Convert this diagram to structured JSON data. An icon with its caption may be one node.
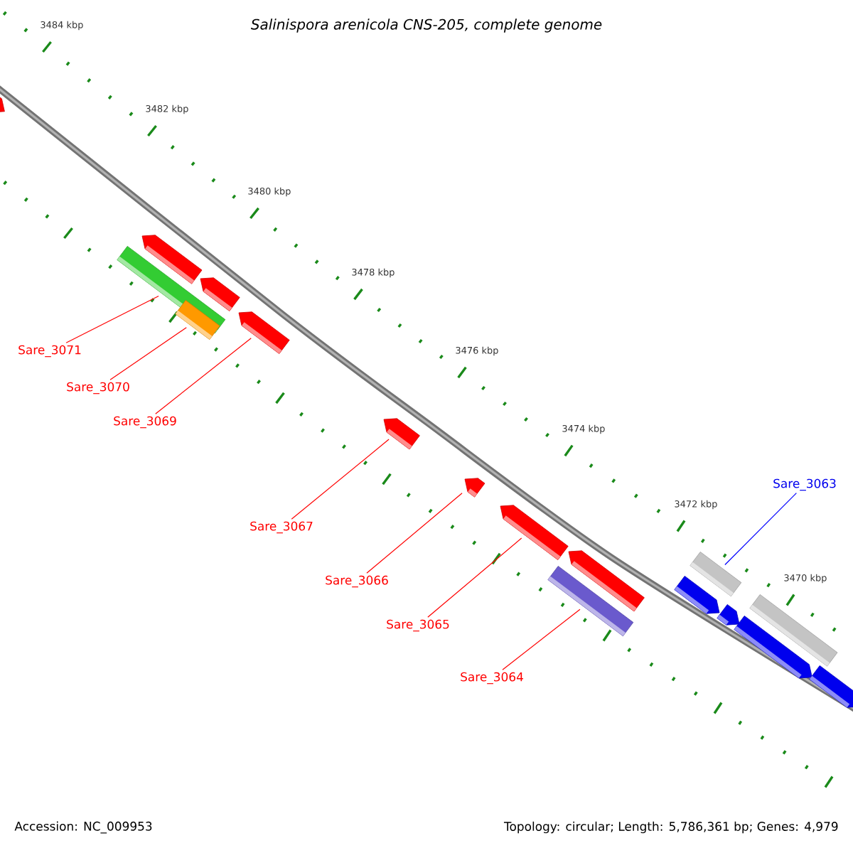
{
  "diagram": {
    "title": "Salinispora arenicola CNS-205, complete genome",
    "nodes": [
      {
        "text": [
          "Sare_3071"
        ]
      },
      {
        "text": [
          "Sare_3070"
        ]
      },
      {
        "text": [
          "Sare_3069"
        ]
      },
      {
        "text": [
          "Sare_3063"
        ]
      },
      {
        "text": [
          "Sare_3067"
        ]
      },
      {
        "text": [
          "Sare_3066"
        ]
      },
      {
        "text": [
          "Sare_3065"
        ]
      },
      {
        "text": [
          "Sare_3064"
        ]
      },
      {
        "text": [],
        "shape": "pentagon"
      },
      {
        "text": [],
        "shape": "bar"
      },
      {
        "text": [],
        "shape": "pentagon"
      },
      {
        "text": [],
        "shape": "bar"
      },
      {
        "text": [],
        "shape": "pentagon"
      },
      {
        "text": [],
        "shape": "pentagon"
      },
      {
        "text": [],
        "shape": "pentagon"
      },
      {
        "text": [],
        "shape": "pentagon"
      },
      {
        "text": [],
        "shape": "pentagon"
      },
      {
        "text": [],
        "shape": "bar"
      },
      {
        "text": [],
        "shape": "pentagon"
      },
      {
        "text": [],
        "shape": "pentagon"
      },
      {
        "text": [],
        "shape": "bar"
      },
      {
        "text": [],
        "shape": "pentagon"
      },
      {
        "text": [],
        "shape": "pentagon"
      },
      {
        "text": [],
        "shape": "bar"
      },
      {
        "text": [],
        "shape": "pentagon"
      }
    ],
    "edges": [
      {
        "from": 0,
        "to": 9,
        "arrow": "none"
      },
      {
        "from": 1,
        "to": 11,
        "arrow": "none"
      },
      {
        "from": 2,
        "to": 13,
        "arrow": "none"
      },
      {
        "from": 3,
        "to": 20,
        "arrow": "none",
        "color": "#0000ff"
      },
      {
        "from": 4,
        "to": 14,
        "arrow": "none"
      },
      {
        "from": 5,
        "to": 15,
        "arrow": "none"
      },
      {
        "from": 6,
        "to": 16,
        "arrow": "none"
      },
      {
        "from": 7,
        "to": 17,
        "arrow": "none"
      }
    ],
    "labels": [
      "3484 kbp",
      "3482 kbp",
      "3480 kbp",
      "3478 kbp",
      "3476 kbp",
      "3474 kbp",
      "3472 kbp",
      "3470 kbp",
      "Accession: NC_009953",
      "Topology: circular; Length: 5,786,361 bp; Genes: 4,979"
    ]
  }
}
